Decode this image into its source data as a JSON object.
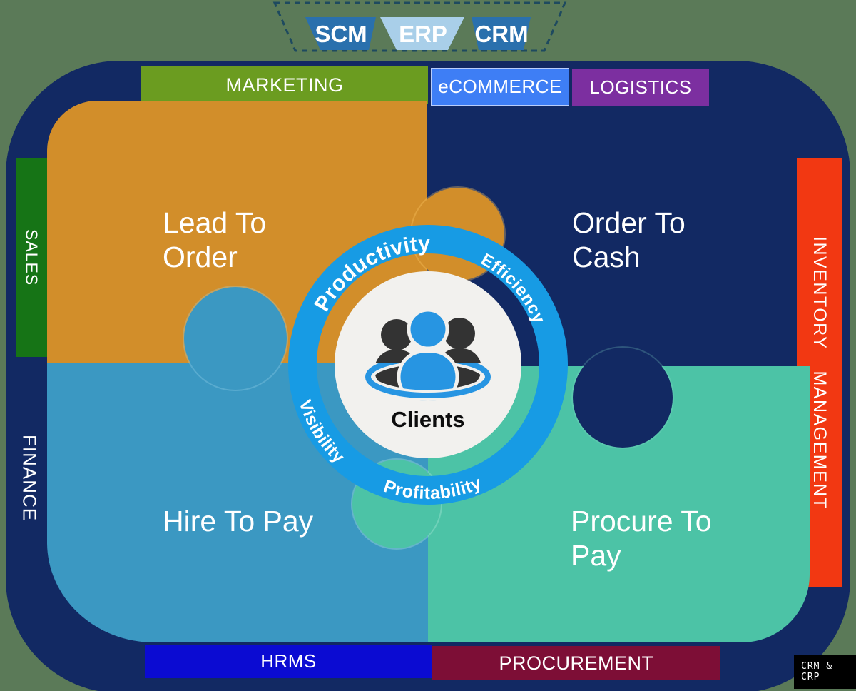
{
  "background_color": "#5b7a58",
  "board_color": "#122963",
  "funnel": {
    "outline_color": "#1e4a5f",
    "items": [
      {
        "label": "SCM",
        "color": "#2a70ad"
      },
      {
        "label": "ERP",
        "color": "#a9cfe9"
      },
      {
        "label": "CRM",
        "color": "#2a70ad"
      }
    ]
  },
  "top_bars": [
    {
      "label": "MARKETING",
      "color": "#6b9c20"
    },
    {
      "label": "eCOMMERCE",
      "color": "#3e7ef5"
    },
    {
      "label": "LOGISTICS",
      "color": "#7c2fa0"
    }
  ],
  "left_labels": {
    "sales": {
      "label": "SALES",
      "color": "#167416"
    },
    "finance": {
      "label": "FINANCE"
    }
  },
  "right_label": {
    "label": "INVENTORY MANAGEMENT",
    "color": "#f23812"
  },
  "bottom_bars": [
    {
      "label": "HRMS",
      "color": "#0b0bd2"
    },
    {
      "label": "PROCUREMENT",
      "color": "#7d0e36"
    }
  ],
  "pieces": {
    "lead_to_order": {
      "label": "Lead To Order",
      "color": "#d28e2a"
    },
    "order_to_cash": {
      "label": "Order To Cash",
      "color": "#122963"
    },
    "hire_to_pay": {
      "label": "Hire To Pay",
      "color": "#3b98c2"
    },
    "procure_to_pay": {
      "label": "Procure To Pay",
      "color": "#4cc3a6"
    }
  },
  "ring": {
    "color": "#179be4",
    "top_left": "Productivity",
    "top_right": "Efficiency",
    "bottom_left": "Visibility",
    "bottom_right": "Profitability",
    "center": {
      "label": "Clients"
    }
  },
  "badge": {
    "label": "CRM & CRP"
  }
}
